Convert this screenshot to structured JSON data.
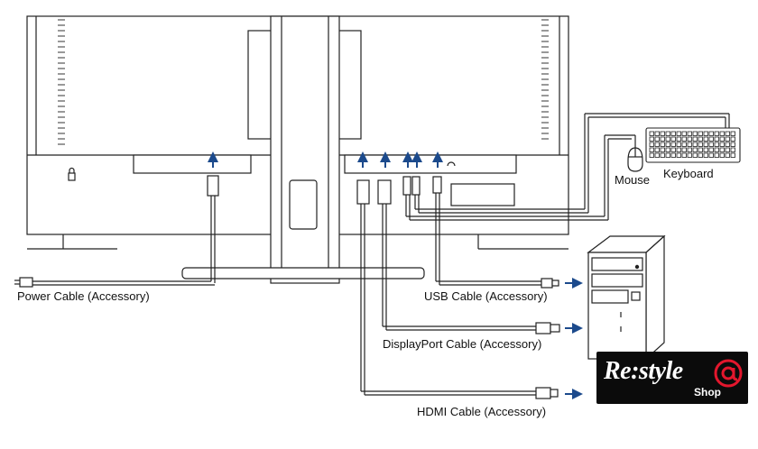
{
  "labels": {
    "power_cable": "Power Cable (Accessory)",
    "usb_cable": "USB Cable (Accessory)",
    "displayport_cable": "DisplayPort Cable (Accessory)",
    "hdmi_cable": "HDMI Cable (Accessory)",
    "mouse": "Mouse",
    "keyboard": "Keyboard"
  },
  "watermark": {
    "brand": "Re:style",
    "sub": "Shop"
  },
  "colors": {
    "line": "#222222",
    "arrow": "#1c4a8c",
    "logo_bg": "#0b0b0b",
    "logo_accent": "#e3172d"
  }
}
